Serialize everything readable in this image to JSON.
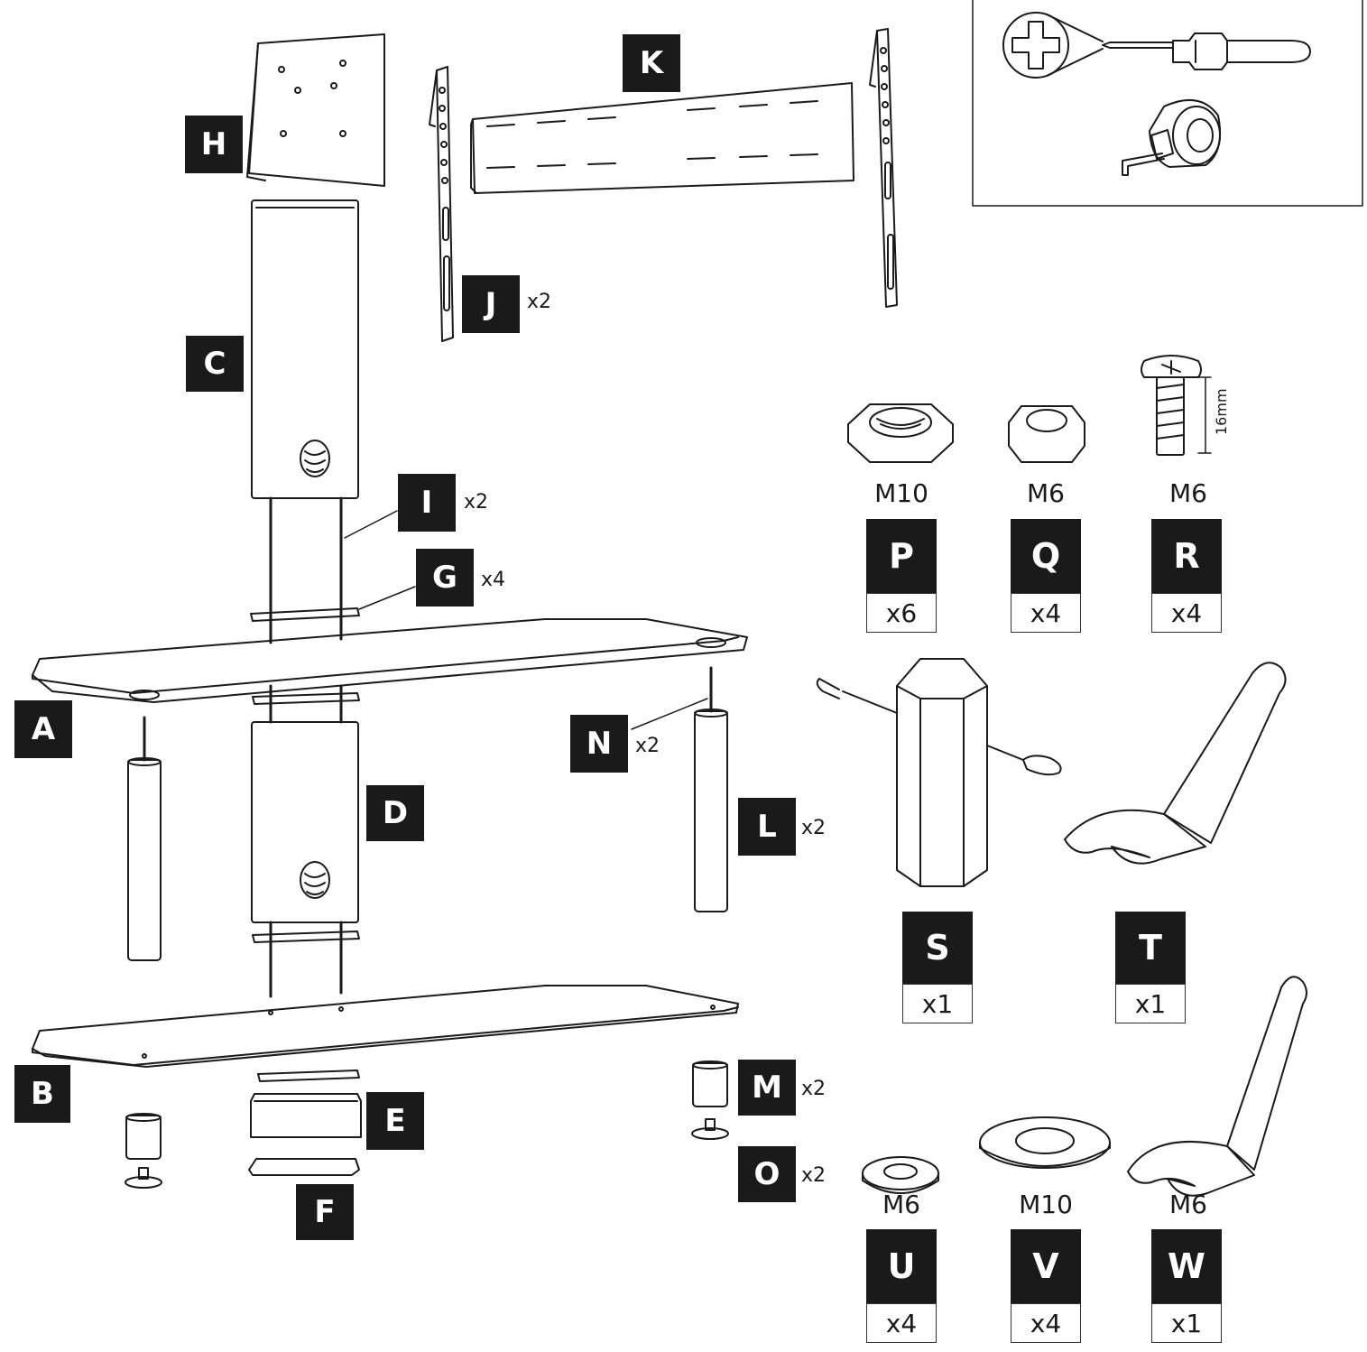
{
  "parts": {
    "A": {
      "letter": "A"
    },
    "B": {
      "letter": "B"
    },
    "C": {
      "letter": "C"
    },
    "D": {
      "letter": "D"
    },
    "E": {
      "letter": "E"
    },
    "F": {
      "letter": "F"
    },
    "G": {
      "letter": "G",
      "count": "x4"
    },
    "H": {
      "letter": "H"
    },
    "I": {
      "letter": "I",
      "count": "x2"
    },
    "J": {
      "letter": "J",
      "count": "x2"
    },
    "K": {
      "letter": "K"
    },
    "L": {
      "letter": "L",
      "count": "x2"
    },
    "M": {
      "letter": "M",
      "count": "x2"
    },
    "N": {
      "letter": "N",
      "count": "x2"
    },
    "O": {
      "letter": "O",
      "count": "x2"
    }
  },
  "hardware": {
    "P": {
      "letter": "P",
      "size": "M10",
      "qty": "x6"
    },
    "Q": {
      "letter": "Q",
      "size": "M6",
      "qty": "x4"
    },
    "R": {
      "letter": "R",
      "size": "M6",
      "qty": "x4",
      "length": "16mm"
    },
    "S": {
      "letter": "S",
      "qty": "x1"
    },
    "T": {
      "letter": "T",
      "qty": "x1"
    },
    "U": {
      "letter": "U",
      "size": "M6",
      "qty": "x4"
    },
    "V": {
      "letter": "V",
      "size": "M10",
      "qty": "x4"
    },
    "W": {
      "letter": "W",
      "size": "M6",
      "qty": "x1"
    }
  },
  "tools": {
    "items": [
      "phillips-screwdriver",
      "tape-measure"
    ]
  }
}
